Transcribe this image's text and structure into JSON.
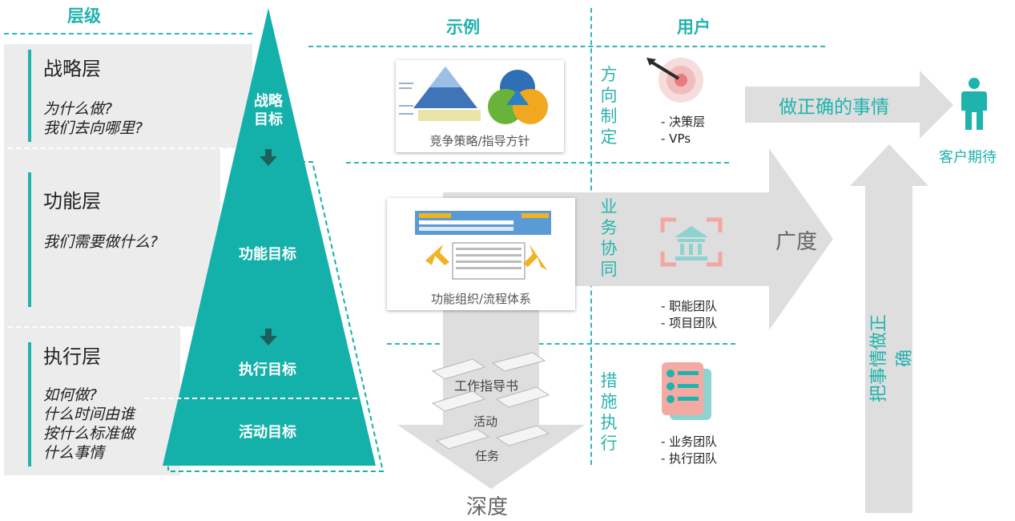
{
  "headers": {
    "level": "层级",
    "example": "示例",
    "user": "用户"
  },
  "layers": [
    {
      "title": "战略层",
      "question": "为什么做?\n我们去向哪里?",
      "goal": "战略\n目标"
    },
    {
      "title": "功能层",
      "question": "我们需要做什么?",
      "goal": "功能目标"
    },
    {
      "title": "执行层",
      "question": "如何做?\n什么时间由谁\n按什么标准做\n什么事情",
      "goal": "执行目标"
    }
  ],
  "activity_goal": "活动目标",
  "examples": [
    {
      "caption": "竞争策略/指导方针"
    },
    {
      "caption": "功能组织/流程体系"
    },
    {
      "caption": "工作指导书",
      "sub1": "活动",
      "sub2": "任务"
    }
  ],
  "user_categories": [
    {
      "vertical": [
        "方",
        "向",
        "制",
        "定"
      ],
      "users": "- 决策层\n- VPs",
      "icon": "target-icon"
    },
    {
      "vertical": [
        "业",
        "务",
        "协",
        "同"
      ],
      "users": "- 职能团队\n- 项目团队",
      "icon": "institution-icon"
    },
    {
      "vertical": [
        "措",
        "施",
        "执",
        "行"
      ],
      "users": "- 业务团队\n- 执行团队",
      "icon": "checklist-icon"
    }
  ],
  "arrows": {
    "do_right": "做正确的事情",
    "breadth": "广度",
    "depth": "深度",
    "do_things_right": "把事情做正确",
    "customer": "客户期待"
  },
  "colors": {
    "teal": "#1fb3ad",
    "arrow_gray": "#dedede",
    "panel_gray": "#ececec"
  }
}
